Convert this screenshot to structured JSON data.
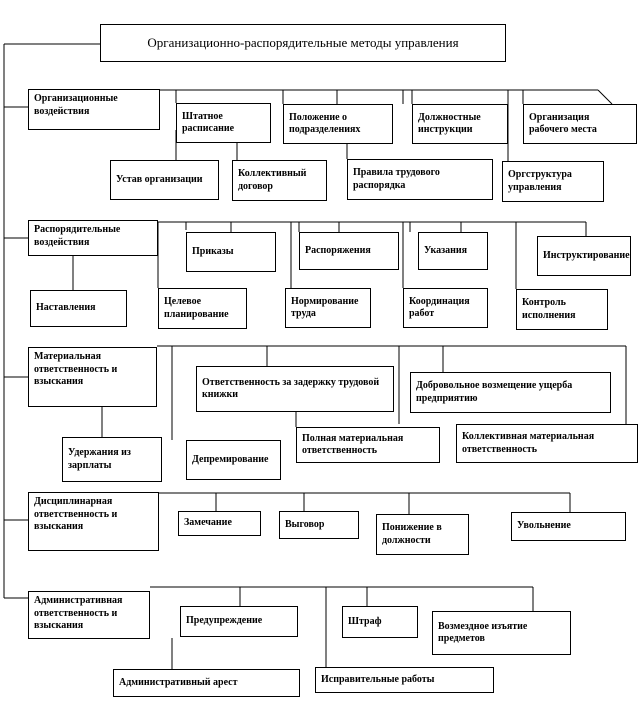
{
  "title": "Организационно-распорядительные методы управления",
  "groups": [
    {
      "name": "Организационные воздействия",
      "items": [
        "Штатное расписание",
        "Положение о подразделениях",
        "Должностные инструкции",
        "Организация рабочего места",
        "Устав организации",
        "Коллективный договор",
        "Правила трудового распорядка",
        "Оргструктура управления"
      ]
    },
    {
      "name": "Распорядительные воздействия",
      "items": [
        "Приказы",
        "Распоряжения",
        "Указания",
        "Инструктирование",
        "Наставления",
        "Целевое планирование",
        "Нормирование труда",
        "Координация работ",
        "Контроль исполнения"
      ]
    },
    {
      "name": "Материальная ответственность и взыскания",
      "items": [
        "Ответственность за задержку трудовой книжки",
        "Добровольное возмещение ущерба предприятию",
        "Удержания из зарплаты",
        "Депремирование",
        "Полная материальная ответственность",
        "Коллективная материальная ответственность"
      ]
    },
    {
      "name": "Дисциплинарная ответственность и взыскания",
      "items": [
        "Замечание",
        "Выговор",
        "Понижение в должности",
        "Увольнение"
      ]
    },
    {
      "name": "Административная ответственность и взыскания",
      "items": [
        "Предупреждение",
        "Штраф",
        "Возмездное изъятие предметов",
        "Административный арест",
        "Исправительные работы"
      ]
    }
  ]
}
